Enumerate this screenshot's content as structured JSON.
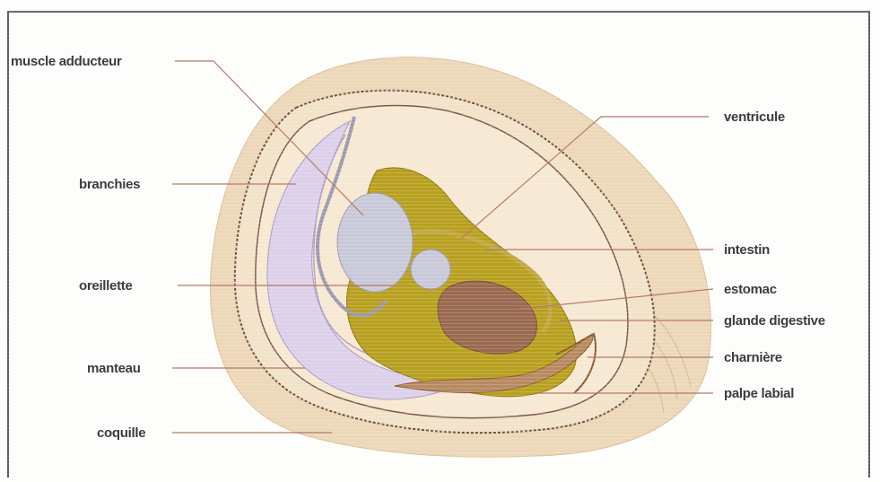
{
  "labels": {
    "muscle_adducteur": "muscle adducteur",
    "branchies": "branchies",
    "oreillette": "oreillette",
    "manteau": "manteau",
    "coquille": "coquille",
    "ventricule": "ventricule",
    "intestin": "intestin",
    "estomac": "estomac",
    "glande_digestive": "glande digestive",
    "charniere": "charnière",
    "palpe_labial": "palpe labial"
  },
  "colors": {
    "shell": "#ead4b4",
    "mantle_line": "#7a5a4a",
    "gills": "#dcd0ea",
    "muscle": "#c9c8d8",
    "digestive_gland": "#b8a020",
    "stomach": "#9a6a50",
    "palp": "#b88a60",
    "leader": "#b67a6a",
    "text": "#3c3c3c"
  }
}
